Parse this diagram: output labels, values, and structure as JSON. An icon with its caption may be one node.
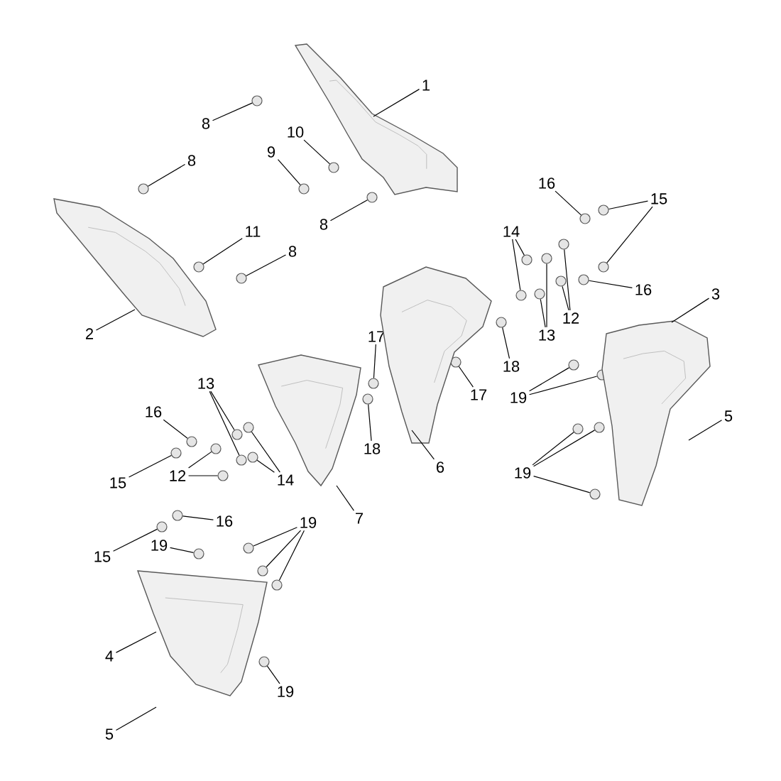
{
  "diagram": {
    "nodes": [
      {
        "text": [
          "1"
        ]
      },
      {
        "text": [
          "8"
        ]
      },
      {
        "text": [
          "10"
        ]
      },
      {
        "text": [
          "9"
        ]
      },
      {
        "text": [
          "8"
        ]
      },
      {
        "text": [
          "16"
        ]
      },
      {
        "text": [
          "15"
        ]
      },
      {
        "text": [
          "8"
        ]
      },
      {
        "text": [
          "14"
        ]
      },
      {
        "text": [
          "11"
        ]
      },
      {
        "text": [
          "8"
        ]
      },
      {
        "text": [
          "16"
        ]
      },
      {
        "text": [
          "3"
        ]
      },
      {
        "text": [
          "12"
        ]
      },
      {
        "text": [
          "2"
        ]
      },
      {
        "text": [
          "13"
        ]
      },
      {
        "text": [
          "17"
        ]
      },
      {
        "text": [
          "18"
        ]
      },
      {
        "text": [
          "13"
        ]
      },
      {
        "text": [
          "17"
        ]
      },
      {
        "text": [
          "19"
        ]
      },
      {
        "text": [
          "16"
        ]
      },
      {
        "text": [
          "5"
        ]
      },
      {
        "text": [
          "18"
        ]
      },
      {
        "text": [
          "6"
        ]
      },
      {
        "text": [
          "19"
        ]
      },
      {
        "text": [
          "12"
        ]
      },
      {
        "text": [
          "14"
        ]
      },
      {
        "text": [
          "15"
        ]
      },
      {
        "text": [
          "7"
        ]
      },
      {
        "text": [
          "16"
        ]
      },
      {
        "text": [
          "19"
        ]
      },
      {
        "text": [
          "19"
        ]
      },
      {
        "text": [
          "15"
        ]
      },
      {
        "text": [
          "4"
        ]
      },
      {
        "text": [
          "19"
        ]
      },
      {
        "text": [
          "5"
        ]
      },
      {
        "text": [],
        "shape": "circle"
      },
      {
        "text": [],
        "shape": "circle"
      },
      {
        "text": [],
        "shape": "circle"
      },
      {
        "text": [],
        "shape": "circle"
      },
      {
        "text": [],
        "shape": "circle"
      },
      {
        "text": [],
        "shape": "circle"
      },
      {
        "text": [],
        "shape": "circle"
      },
      {
        "text": [],
        "shape": "circle"
      },
      {
        "text": [],
        "shape": "circle"
      },
      {
        "text": [],
        "shape": "circle"
      },
      {
        "text": [],
        "shape": "circle"
      },
      {
        "text": [],
        "shape": "circle"
      },
      {
        "text": [],
        "shape": "circle"
      },
      {
        "text": [],
        "shape": "circle"
      },
      {
        "text": [],
        "shape": "circle"
      },
      {
        "text": [],
        "shape": "circle"
      },
      {
        "text": [],
        "shape": "circle"
      },
      {
        "text": [],
        "shape": "circle"
      },
      {
        "text": [],
        "shape": "circle"
      },
      {
        "text": [],
        "shape": "circle"
      },
      {
        "text": [],
        "shape": "circle"
      },
      {
        "text": [],
        "shape": "circle"
      },
      {
        "text": [],
        "shape": "circle"
      },
      {
        "text": [],
        "shape": "circle"
      },
      {
        "text": [],
        "shape": "circle"
      },
      {
        "text": [],
        "shape": "circle"
      },
      {
        "text": [],
        "shape": "circle"
      },
      {
        "text": [],
        "shape": "circle"
      },
      {
        "text": [],
        "shape": "circle"
      },
      {
        "text": [],
        "shape": "circle"
      },
      {
        "text": [],
        "shape": "circle"
      },
      {
        "text": [],
        "shape": "circle"
      },
      {
        "text": [],
        "shape": "circle"
      },
      {
        "text": [],
        "shape": "circle"
      },
      {
        "text": [],
        "shape": "circle"
      },
      {
        "text": [],
        "shape": "circle"
      },
      {
        "text": [],
        "shape": "circle"
      },
      {
        "text": [],
        "shape": "circle"
      },
      {
        "text": [],
        "shape": "circle"
      },
      {
        "text": [],
        "shape": "circle"
      },
      {
        "text": [],
        "shape": "circle"
      },
      {
        "text": [],
        "shape": "picture"
      },
      {
        "text": [],
        "shape": "picture"
      },
      {
        "text": [],
        "shape": "picture"
      },
      {
        "text": [],
        "shape": "picture"
      },
      {
        "text": [],
        "shape": "picture"
      },
      {
        "text": [],
        "shape": "picture"
      }
    ],
    "edges": [
      {
        "from": 0,
        "to": 78,
        "arrow": "none"
      },
      {
        "from": 1,
        "to": 37,
        "arrow": "none"
      },
      {
        "from": 2,
        "to": 38,
        "arrow": "none"
      },
      {
        "from": 3,
        "to": 39,
        "arrow": "none"
      },
      {
        "from": 4,
        "to": 40,
        "arrow": "none"
      },
      {
        "from": 5,
        "to": 41,
        "arrow": "none"
      },
      {
        "from": 6,
        "to": 42,
        "arrow": "none"
      },
      {
        "from": 6,
        "to": 43,
        "arrow": "none"
      },
      {
        "from": 7,
        "to": 44,
        "arrow": "none"
      },
      {
        "from": 8,
        "to": 45,
        "arrow": "none"
      },
      {
        "from": 8,
        "to": 46,
        "arrow": "none"
      },
      {
        "from": 9,
        "to": 47,
        "arrow": "none"
      },
      {
        "from": 10,
        "to": 48,
        "arrow": "none"
      },
      {
        "from": 11,
        "to": 49,
        "arrow": "none"
      },
      {
        "from": 12,
        "to": 82,
        "arrow": "none"
      },
      {
        "from": 13,
        "to": 50,
        "arrow": "none"
      },
      {
        "from": 13,
        "to": 51,
        "arrow": "none"
      },
      {
        "from": 14,
        "to": 79,
        "arrow": "none"
      },
      {
        "from": 15,
        "to": 52,
        "arrow": "none"
      },
      {
        "from": 15,
        "to": 53,
        "arrow": "none"
      },
      {
        "from": 16,
        "to": 54,
        "arrow": "none"
      },
      {
        "from": 17,
        "to": 55,
        "arrow": "none"
      },
      {
        "from": 18,
        "to": 56,
        "arrow": "none"
      },
      {
        "from": 18,
        "to": 57,
        "arrow": "none"
      },
      {
        "from": 19,
        "to": 58,
        "arrow": "none"
      },
      {
        "from": 20,
        "to": 59,
        "arrow": "none"
      },
      {
        "from": 20,
        "to": 60,
        "arrow": "none"
      },
      {
        "from": 21,
        "to": 61,
        "arrow": "none"
      },
      {
        "from": 22,
        "to": null,
        "arrow": "none"
      },
      {
        "from": 23,
        "to": 62,
        "arrow": "none"
      },
      {
        "from": 24,
        "to": 80,
        "arrow": "none"
      },
      {
        "from": 25,
        "to": 63,
        "arrow": "none"
      },
      {
        "from": 25,
        "to": 64,
        "arrow": "none"
      },
      {
        "from": 25,
        "to": 65,
        "arrow": "none"
      },
      {
        "from": 26,
        "to": 66,
        "arrow": "none"
      },
      {
        "from": 26,
        "to": 67,
        "arrow": "none"
      },
      {
        "from": 27,
        "to": 68,
        "arrow": "none"
      },
      {
        "from": 27,
        "to": 69,
        "arrow": "none"
      },
      {
        "from": 28,
        "to": 70,
        "arrow": "none"
      },
      {
        "from": 29,
        "to": 81,
        "arrow": "none"
      },
      {
        "from": 30,
        "to": 71,
        "arrow": "none"
      },
      {
        "from": 31,
        "to": 72,
        "arrow": "none"
      },
      {
        "from": 31,
        "to": 73,
        "arrow": "none"
      },
      {
        "from": 31,
        "to": 74,
        "arrow": "none"
      },
      {
        "from": 32,
        "to": 75,
        "arrow": "none"
      },
      {
        "from": 33,
        "to": 76,
        "arrow": "none"
      },
      {
        "from": 34,
        "to": 83,
        "arrow": "none"
      },
      {
        "from": 35,
        "to": 77,
        "arrow": "none"
      },
      {
        "from": 36,
        "to": null,
        "arrow": "none"
      }
    ]
  }
}
